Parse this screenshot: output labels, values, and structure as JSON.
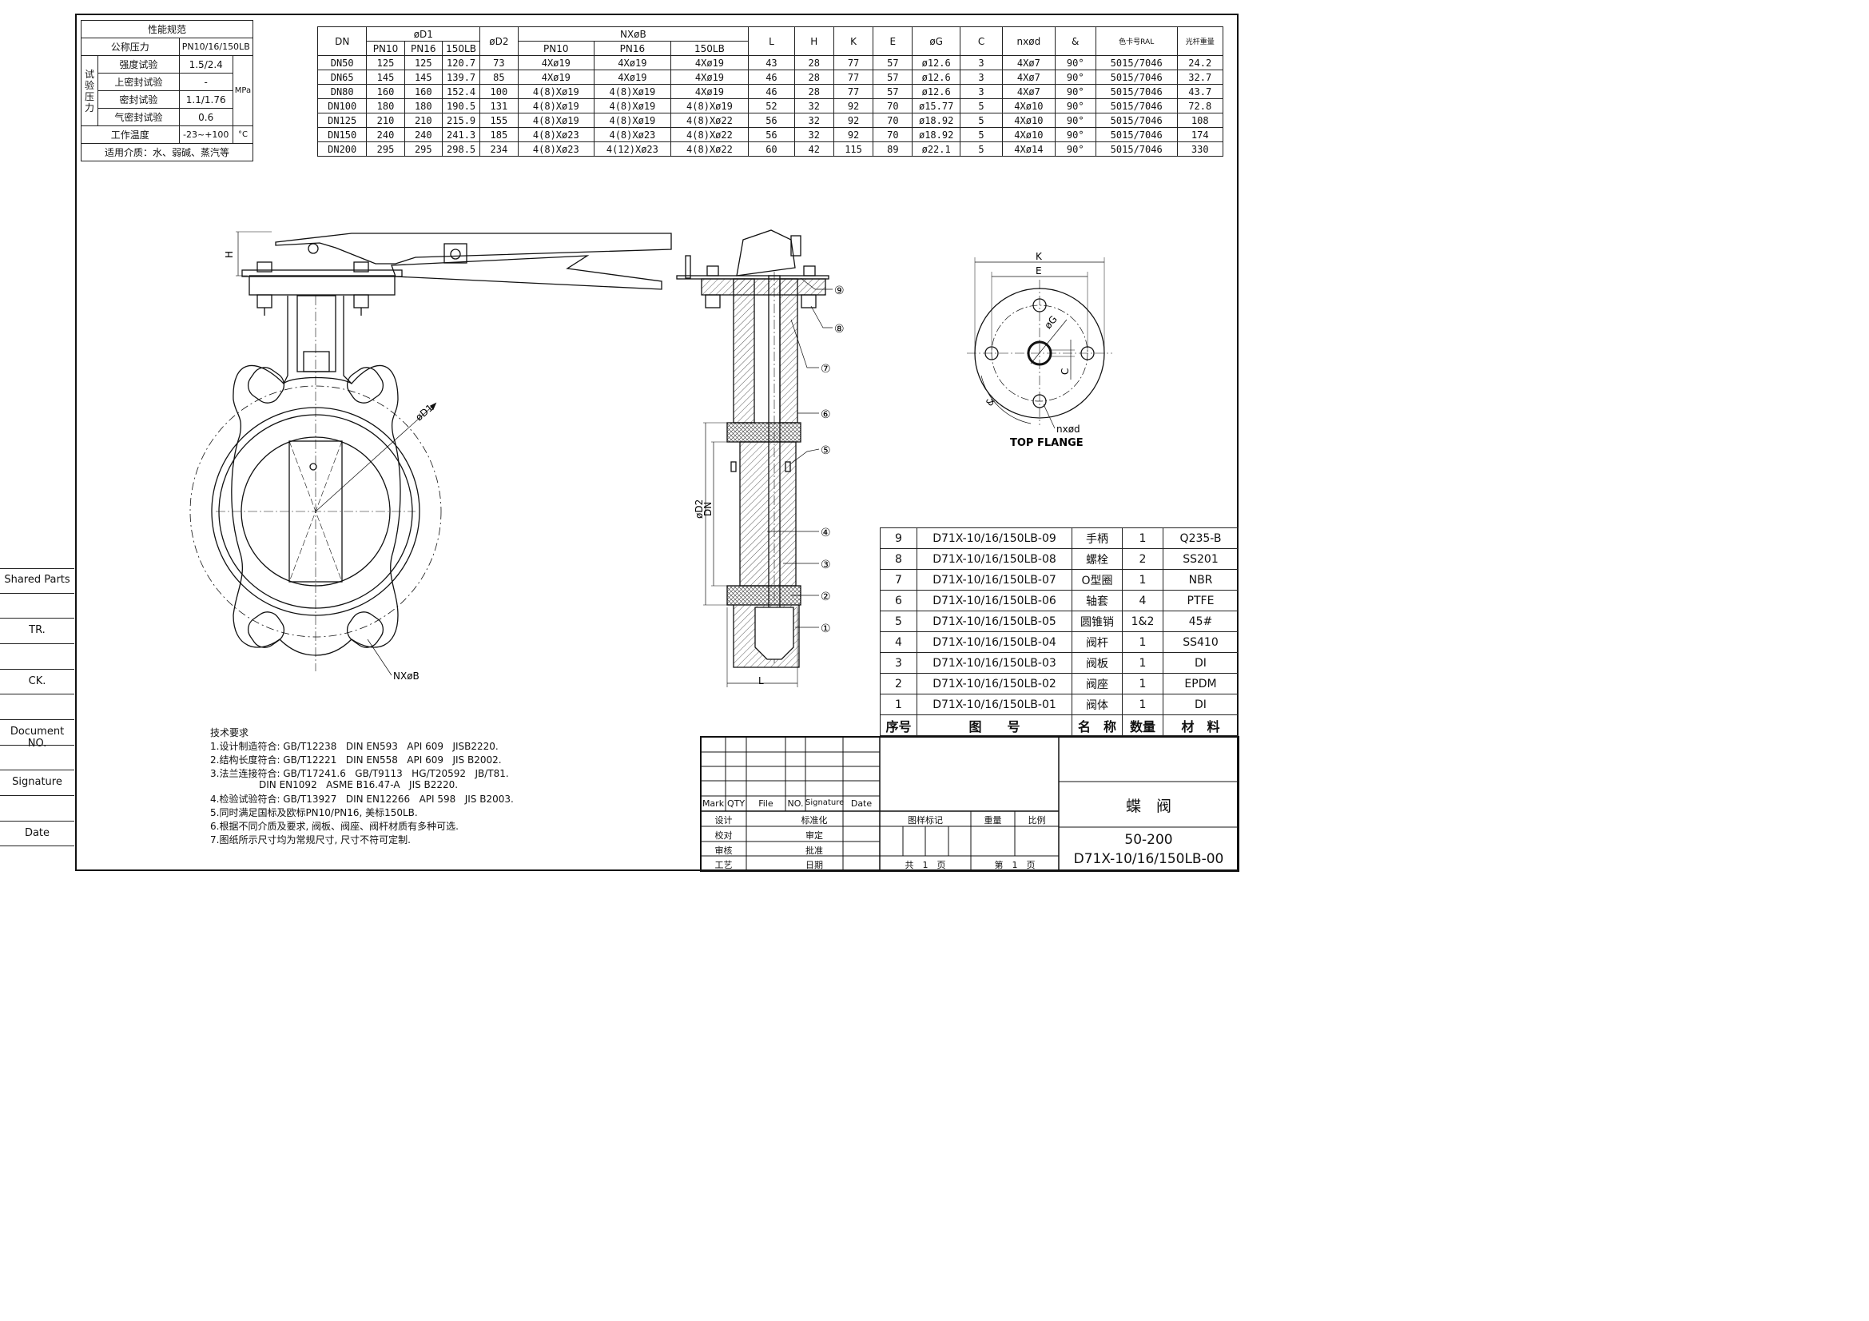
{
  "spec": {
    "title": "性能规范",
    "nominal_pressure_label": "公称压力",
    "nominal_pressure_value": "PN10/16/150LB",
    "test_pressure_label": "试验压力",
    "unit": "MPa",
    "rows": [
      {
        "label": "强度试验",
        "value": "1.5/2.4"
      },
      {
        "label": "上密封试验",
        "value": "-"
      },
      {
        "label": "密封试验",
        "value": "1.1/1.76"
      },
      {
        "label": "气密封试验",
        "value": "0.6"
      }
    ],
    "temp_label": "工作温度",
    "temp_value": "-23~+100",
    "temp_unit": "°C",
    "medium": "适用介质：水、弱碱、蒸汽等"
  },
  "dimensions": {
    "headers": {
      "dn": "DN",
      "d1": "øD1",
      "d2": "øD2",
      "nxb": "NXøB",
      "l": "L",
      "h": "H",
      "k": "K",
      "e": "E",
      "g": "øG",
      "c": "C",
      "nxd": "nxød",
      "angle": "&",
      "ral": "色卡号RAL",
      "weight": "光杆重量",
      "sub": [
        "PN10",
        "PN16",
        "150LB"
      ]
    },
    "rows": [
      [
        "DN50",
        "125",
        "125",
        "120.7",
        "73",
        "4Xø19",
        "4Xø19",
        "4Xø19",
        "43",
        "28",
        "77",
        "57",
        "ø12.6",
        "3",
        "4Xø7",
        "90°",
        "5015/7046",
        "24.2"
      ],
      [
        "DN65",
        "145",
        "145",
        "139.7",
        "85",
        "4Xø19",
        "4Xø19",
        "4Xø19",
        "46",
        "28",
        "77",
        "57",
        "ø12.6",
        "3",
        "4Xø7",
        "90°",
        "5015/7046",
        "32.7"
      ],
      [
        "DN80",
        "160",
        "160",
        "152.4",
        "100",
        "4(8)Xø19",
        "4(8)Xø19",
        "4Xø19",
        "46",
        "28",
        "77",
        "57",
        "ø12.6",
        "3",
        "4Xø7",
        "90°",
        "5015/7046",
        "43.7"
      ],
      [
        "DN100",
        "180",
        "180",
        "190.5",
        "131",
        "4(8)Xø19",
        "4(8)Xø19",
        "4(8)Xø19",
        "52",
        "32",
        "92",
        "70",
        "ø15.77",
        "5",
        "4Xø10",
        "90°",
        "5015/7046",
        "72.8"
      ],
      [
        "DN125",
        "210",
        "210",
        "215.9",
        "155",
        "4(8)Xø19",
        "4(8)Xø19",
        "4(8)Xø22",
        "56",
        "32",
        "92",
        "70",
        "ø18.92",
        "5",
        "4Xø10",
        "90°",
        "5015/7046",
        "108"
      ],
      [
        "DN150",
        "240",
        "240",
        "241.3",
        "185",
        "4(8)Xø23",
        "4(8)Xø23",
        "4(8)Xø22",
        "56",
        "32",
        "92",
        "70",
        "ø18.92",
        "5",
        "4Xø10",
        "90°",
        "5015/7046",
        "174"
      ],
      [
        "DN200",
        "295",
        "295",
        "298.5",
        "234",
        "4(8)Xø23",
        "4(12)Xø23",
        "4(8)Xø22",
        "60",
        "42",
        "115",
        "89",
        "ø22.1",
        "5",
        "4Xø14",
        "90°",
        "5015/7046",
        "330"
      ]
    ]
  },
  "drawing_labels": {
    "h": "H",
    "d1": "øD1",
    "nxb": "NXøB",
    "d2": "øD2",
    "dn": "DN",
    "l": "L",
    "k": "K",
    "e": "E",
    "g": "øG",
    "c": "C",
    "nxd": "nxød",
    "angle": "&",
    "top_flange": "TOP FLANGE",
    "balloons": [
      "①",
      "②",
      "③",
      "④",
      "⑤",
      "⑥",
      "⑦",
      "⑧",
      "⑨"
    ]
  },
  "parts": {
    "header": {
      "no": "序号",
      "drawing_no": "图　　号",
      "name": "名　称",
      "qty": "数量",
      "material": "材　料"
    },
    "rows": [
      {
        "no": "9",
        "drawing_no": "D71X-10/16/150LB-09",
        "name": "手柄",
        "qty": "1",
        "material": "Q235-B"
      },
      {
        "no": "8",
        "drawing_no": "D71X-10/16/150LB-08",
        "name": "螺栓",
        "qty": "2",
        "material": "SS201"
      },
      {
        "no": "7",
        "drawing_no": "D71X-10/16/150LB-07",
        "name": "O型圈",
        "qty": "1",
        "material": "NBR"
      },
      {
        "no": "6",
        "drawing_no": "D71X-10/16/150LB-06",
        "name": "轴套",
        "qty": "4",
        "material": "PTFE"
      },
      {
        "no": "5",
        "drawing_no": "D71X-10/16/150LB-05",
        "name": "圆锥销",
        "qty": "1&2",
        "material": "45#"
      },
      {
        "no": "4",
        "drawing_no": "D71X-10/16/150LB-04",
        "name": "阀杆",
        "qty": "1",
        "material": "SS410"
      },
      {
        "no": "3",
        "drawing_no": "D71X-10/16/150LB-03",
        "name": "阀板",
        "qty": "1",
        "material": "DI"
      },
      {
        "no": "2",
        "drawing_no": "D71X-10/16/150LB-02",
        "name": "阀座",
        "qty": "1",
        "material": "EPDM"
      },
      {
        "no": "1",
        "drawing_no": "D71X-10/16/150LB-01",
        "name": "阀体",
        "qty": "1",
        "material": "DI"
      }
    ]
  },
  "tech": {
    "title": "技术要求",
    "lines": [
      "1.设计制造符合: GB/T12238   DIN EN593   API 609   JISB2220.",
      "2.结构长度符合: GB/T12221   DIN EN558   API 609   JIS B2002.",
      "3.法兰连接符合: GB/T17241.6   GB/T9113   HG/T20592   JB/T81.",
      "                DIN EN1092   ASME B16.47-A   JIS B2220.",
      "4.检验试验符合: GB/T13927   DIN EN12266   API 598   JIS B2003.",
      "5.同时满足国标及欧标PN10/PN16, 美标150LB.",
      "6.根据不同介质及要求, 阀板、阀座、阀杆材质有多种可选.",
      "7.图纸所示尺寸均为常规尺寸, 尺寸不符可定制."
    ]
  },
  "side": [
    "Shared Parts",
    "TR.",
    "CK.",
    "Document NO.",
    "Signature",
    "Date"
  ],
  "title_block": {
    "mark": "Mark",
    "qty": "QTY",
    "file": "File",
    "no": "NO.",
    "signature": "Signature",
    "date": "Date",
    "design": "设计",
    "standardize": "标准化",
    "check": "校对",
    "review": "审定",
    "audit": "审核",
    "approve": "批准",
    "process": "工艺",
    "day": "日期",
    "pattern_mark": "图样标记",
    "weight": "重量",
    "scale": "比例",
    "total_pages": "共　1　页",
    "page_no": "第　1　页",
    "product_name": "蝶　阀",
    "size_range": "50-200",
    "drawing_number": "D71X-10/16/150LB-00"
  }
}
